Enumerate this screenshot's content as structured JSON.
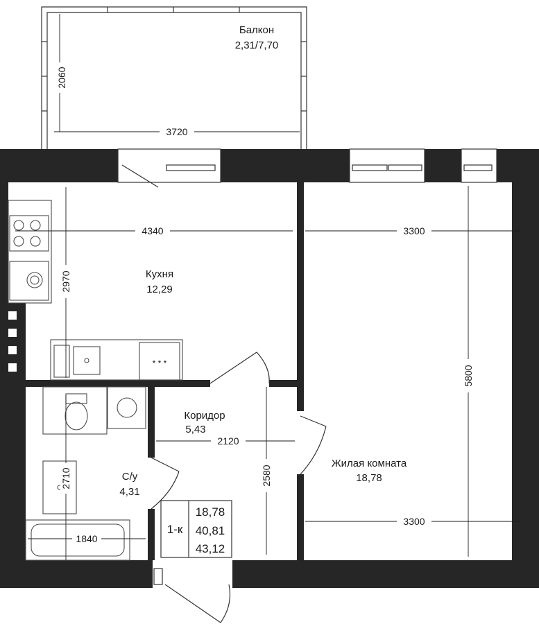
{
  "rooms": {
    "balcony": {
      "name": "Балкон",
      "area": "2,31/7,70"
    },
    "kitchen": {
      "name": "Кухня",
      "area": "12,29"
    },
    "corridor": {
      "name": "Коридор",
      "area": "5,43"
    },
    "bathroom": {
      "name": "С/у",
      "area": "4,31"
    },
    "living": {
      "name": "Жилая комната",
      "area": "18,78"
    }
  },
  "dimensions": {
    "balcony_height": "2060",
    "balcony_width": "3720",
    "kitchen_width": "4340",
    "kitchen_height": "2970",
    "living_width_top": "3300",
    "living_width_bottom": "3300",
    "living_height": "5800",
    "corridor_width": "2120",
    "corridor_height": "2580",
    "bathroom_height": "2710",
    "bathroom_width": "1840"
  },
  "summary": {
    "type": "1-к",
    "living_area": "18,78",
    "total_area": "40,81",
    "total_with_balcony": "43,12"
  },
  "colors": {
    "wall": "#262626",
    "line": "#1a1a1a",
    "fixture": "#4a4a4a"
  }
}
